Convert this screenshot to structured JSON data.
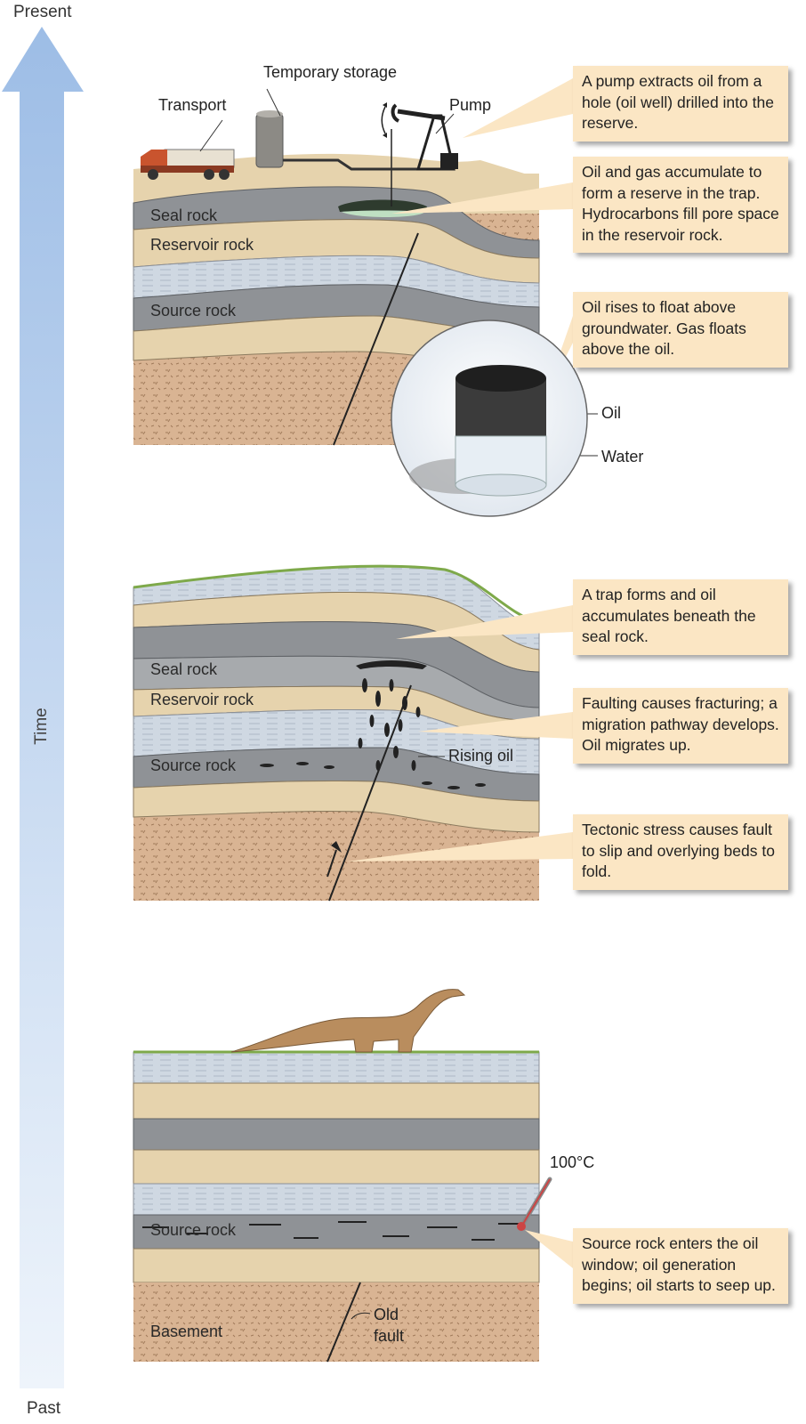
{
  "time_axis": {
    "top_label": "Present",
    "bottom_label": "Past",
    "axis_label": "Time",
    "arrow_color": "#a9c6e8"
  },
  "colors": {
    "sand": "#e6d3ad",
    "seal_gray": "#8f9296",
    "light_blue_rock": "#cfd8e2",
    "basement": "#d9b493",
    "callout_bg": "#fbe6c4",
    "oil": "#2a2a2a"
  },
  "panel_top": {
    "labels": {
      "transport": "Transport",
      "temporary_storage": "Temporary storage",
      "pump": "Pump",
      "seal_rock": "Seal rock",
      "reservoir_rock": "Reservoir rock",
      "source_rock": "Source rock",
      "oil": "Oil",
      "water": "Water"
    },
    "callouts": [
      "A pump extracts oil from a hole (oil well) drilled into the reserve.",
      "Oil and gas accumulate to form a reserve in the trap. Hydrocarbons fill pore space in the reservoir rock.",
      "Oil rises to float above groundwater. Gas floats above the oil."
    ]
  },
  "panel_middle": {
    "labels": {
      "seal_rock": "Seal rock",
      "reservoir_rock": "Reservoir rock",
      "source_rock": "Source rock",
      "rising_oil": "Rising oil"
    },
    "callouts": [
      "A trap forms and oil accumulates beneath the seal rock.",
      "Faulting causes fracturing; a migration pathway develops. Oil migrates up.",
      "Tectonic stress causes fault to slip and overlying beds to fold."
    ]
  },
  "panel_bottom": {
    "labels": {
      "temperature": "100°C",
      "source_rock": "Source rock",
      "basement": "Basement",
      "old_fault_line1": "Old",
      "old_fault_line2": "fault"
    },
    "callouts": [
      "Source rock enters the oil window; oil generation begins; oil starts to seep up."
    ]
  }
}
